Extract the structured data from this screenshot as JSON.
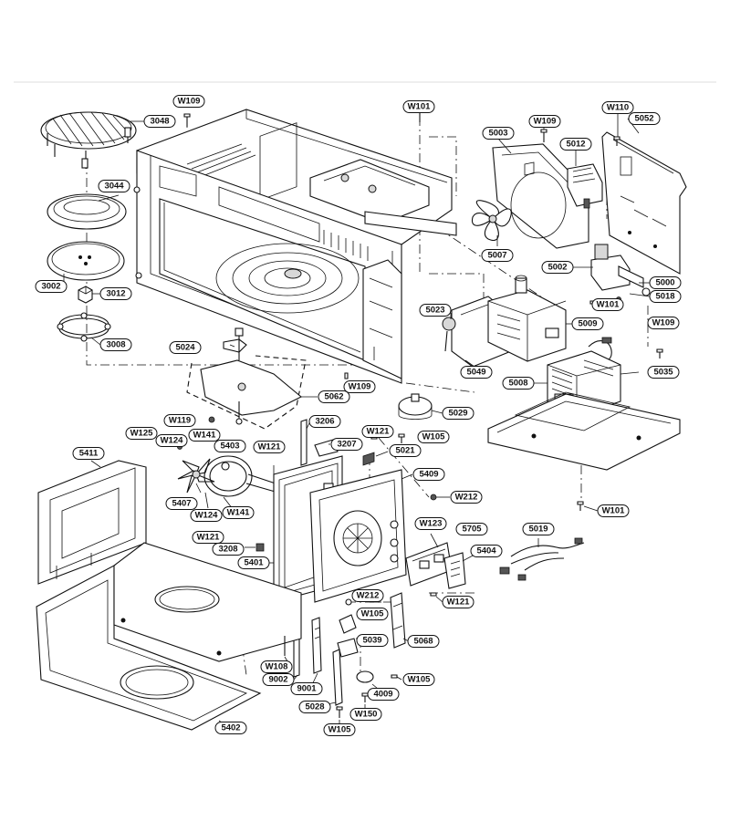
{
  "labels": [
    {
      "id": "W109a",
      "text": "W109"
    },
    {
      "id": "3048",
      "text": "3048"
    },
    {
      "id": "3044",
      "text": "3044"
    },
    {
      "id": "3002",
      "text": "3002"
    },
    {
      "id": "3012",
      "text": "3012"
    },
    {
      "id": "3008",
      "text": "3008"
    },
    {
      "id": "W101a",
      "text": "W101"
    },
    {
      "id": "5003",
      "text": "5003"
    },
    {
      "id": "W109b",
      "text": "W109"
    },
    {
      "id": "5012",
      "text": "5012"
    },
    {
      "id": "W110",
      "text": "W110"
    },
    {
      "id": "5052",
      "text": "5052"
    },
    {
      "id": "5007",
      "text": "5007"
    },
    {
      "id": "5002",
      "text": "5002"
    },
    {
      "id": "5000",
      "text": "5000"
    },
    {
      "id": "W101b",
      "text": "W101"
    },
    {
      "id": "5018",
      "text": "5018"
    },
    {
      "id": "5023",
      "text": "5023"
    },
    {
      "id": "5009",
      "text": "5009"
    },
    {
      "id": "W109c",
      "text": "W109"
    },
    {
      "id": "5024",
      "text": "5024"
    },
    {
      "id": "5049",
      "text": "5049"
    },
    {
      "id": "5008",
      "text": "5008"
    },
    {
      "id": "5035",
      "text": "5035"
    },
    {
      "id": "W109d",
      "text": "W109"
    },
    {
      "id": "5062",
      "text": "5062"
    },
    {
      "id": "5029",
      "text": "5029"
    },
    {
      "id": "W119",
      "text": "W119"
    },
    {
      "id": "3206",
      "text": "3206"
    },
    {
      "id": "W125",
      "text": "W125"
    },
    {
      "id": "W124a",
      "text": "W124"
    },
    {
      "id": "W141a",
      "text": "W141"
    },
    {
      "id": "W121a",
      "text": "W121"
    },
    {
      "id": "W105a",
      "text": "W105"
    },
    {
      "id": "5411",
      "text": "5411"
    },
    {
      "id": "5403",
      "text": "5403"
    },
    {
      "id": "W121b",
      "text": "W121"
    },
    {
      "id": "3207",
      "text": "3207"
    },
    {
      "id": "5021",
      "text": "5021"
    },
    {
      "id": "5409",
      "text": "5409"
    },
    {
      "id": "W212a",
      "text": "W212"
    },
    {
      "id": "5407",
      "text": "5407"
    },
    {
      "id": "W124b",
      "text": "W124"
    },
    {
      "id": "W141b",
      "text": "W141"
    },
    {
      "id": "W101c",
      "text": "W101"
    },
    {
      "id": "W121c",
      "text": "W121"
    },
    {
      "id": "W123",
      "text": "W123"
    },
    {
      "id": "5705",
      "text": "5705"
    },
    {
      "id": "5019",
      "text": "5019"
    },
    {
      "id": "3208",
      "text": "3208"
    },
    {
      "id": "5404",
      "text": "5404"
    },
    {
      "id": "5401",
      "text": "5401"
    },
    {
      "id": "W212b",
      "text": "W212"
    },
    {
      "id": "W121d",
      "text": "W121"
    },
    {
      "id": "W105b",
      "text": "W105"
    },
    {
      "id": "5039",
      "text": "5039"
    },
    {
      "id": "5068",
      "text": "5068"
    },
    {
      "id": "W108",
      "text": "W108"
    },
    {
      "id": "9002",
      "text": "9002"
    },
    {
      "id": "9001",
      "text": "9001"
    },
    {
      "id": "W105c",
      "text": "W105"
    },
    {
      "id": "4009",
      "text": "4009"
    },
    {
      "id": "5028",
      "text": "5028"
    },
    {
      "id": "W150",
      "text": "W150"
    },
    {
      "id": "5402",
      "text": "5402"
    },
    {
      "id": "W105d",
      "text": "W105"
    }
  ]
}
